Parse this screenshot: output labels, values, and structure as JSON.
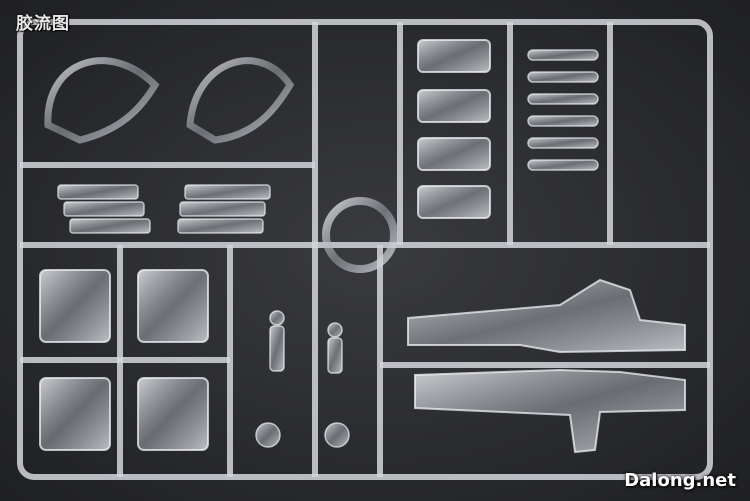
{
  "watermarks": {
    "top_left": "胶流图",
    "bottom_right": "Dalong.net"
  },
  "colors": {
    "background": "#2f3033",
    "runner": "#c9ccd1",
    "part": "#b9bcc2"
  },
  "subject": "clear-plastic-model-kit-runner"
}
